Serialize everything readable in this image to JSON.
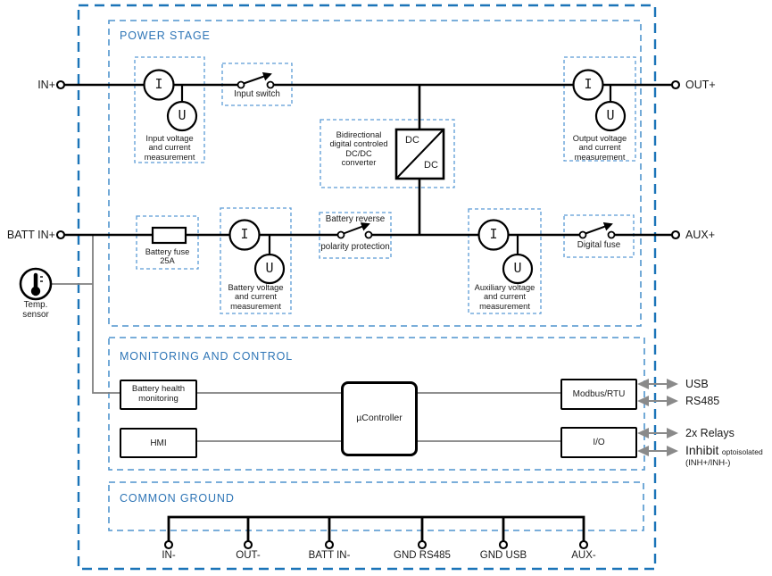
{
  "labels": {
    "power_stage": "POWER STAGE",
    "monitoring": "MONITORING AND CONTROL",
    "common_ground": "COMMON GROUND",
    "in_plus": "IN+",
    "out_plus": "OUT+",
    "batt_in_plus": "BATT IN+",
    "aux_plus": "AUX+",
    "current_symbol": "I",
    "voltage_symbol": "U",
    "input_measurement": "Input voltage\nand current\nmeasurement",
    "output_measurement": "Output voltage\nand current\nmeasurement",
    "battery_measurement": "Battery voltage\nand current\nmeasurement",
    "aux_measurement": "Auxiliary voltage\nand current\nmeasurement",
    "input_switch": "Input switch",
    "battery_reverse_top": "Battery reverse",
    "battery_reverse_bottom": "polarity protection",
    "digital_fuse": "Digital fuse",
    "battery_fuse": "Battery fuse\n25A",
    "bidirectional_converter": "Bidirectional\ndigital controled\nDC/DC\nconverter",
    "dc_top": "DC",
    "dc_bottom": "DC",
    "temp_sensor": "Temp.\nsensor",
    "battery_health": "Battery health\nmonitoring",
    "hmi": "HMI",
    "ucontroller": "µController",
    "modbus": "Modbus/RTU",
    "io": "I/O",
    "usb": "USB",
    "rs485": "RS485",
    "relays": "2x Relays",
    "inhibit": "Inhibit",
    "inhibit_note": "optoisolated",
    "inhibit_pins": "(INH+/INH-)",
    "ground_terminals": [
      "IN-",
      "OUT-",
      "BATT IN-",
      "GND RS485",
      "GND USB",
      "AUX-"
    ]
  },
  "colors": {
    "outer_border": "#1b74b8",
    "section_border": "#4f94cd",
    "component_border": "#5b9bd5",
    "section_title": "#2e75b6",
    "wire": "#000000",
    "signal_line": "#808080",
    "arrow": "#8a8a8a"
  }
}
